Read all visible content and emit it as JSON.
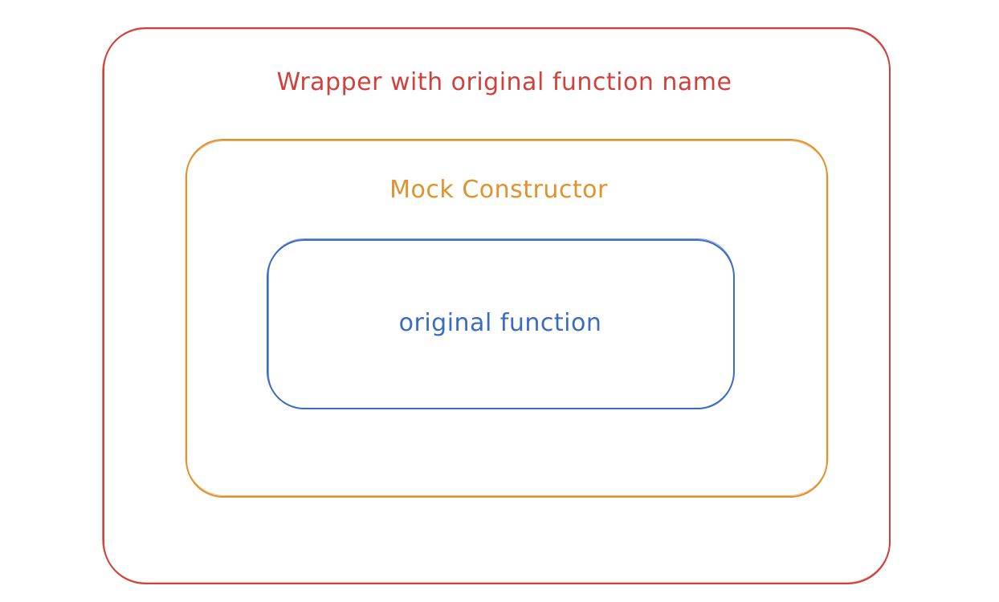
{
  "diagram": {
    "outer": {
      "label": "Wrapper with original function name",
      "color": "#d0403c"
    },
    "middle": {
      "label": "Mock Constructor",
      "color": "#e0922e"
    },
    "inner": {
      "label": "original function",
      "color": "#3a6cc0"
    }
  }
}
